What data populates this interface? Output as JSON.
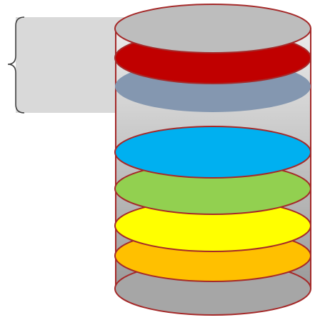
{
  "diagram": {
    "colors": {
      "background": "#ffffff",
      "callout_fill": "#d9d9d9",
      "cylinder_body_top": "#ebebeb",
      "cylinder_body_bottom": "#9a9a9a",
      "cylinder_outline": "#a52a2a",
      "cylinder_top_cap": "#bdbdbd",
      "cylinder_bottom_cap": "#a6a6a6",
      "brace": "#404040"
    },
    "layers": [
      {
        "name": "red-layer",
        "fill": "#c00000"
      },
      {
        "name": "slate-blue-layer",
        "fill": "#8497b0"
      },
      {
        "name": "sky-blue-layer",
        "fill": "#00b0f0"
      },
      {
        "name": "green-layer",
        "fill": "#92d050"
      },
      {
        "name": "yellow-layer",
        "fill": "#ffff00"
      },
      {
        "name": "orange-layer",
        "fill": "#ffc000"
      }
    ]
  }
}
